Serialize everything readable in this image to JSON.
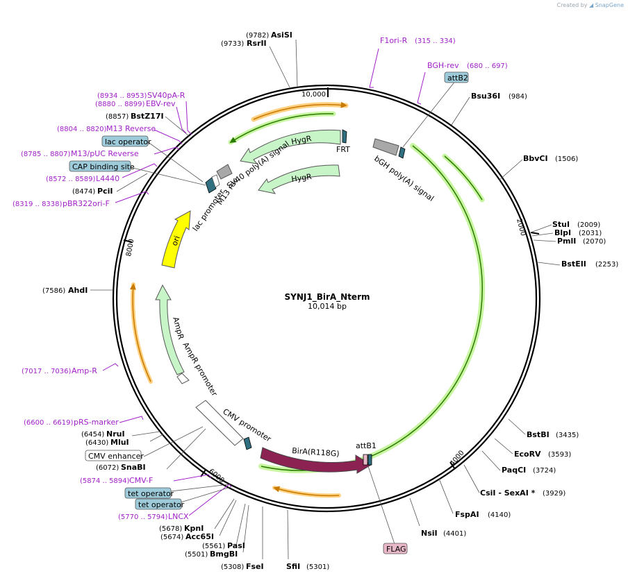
{
  "credit": {
    "prefix": "Created by",
    "brand": "SnapGene"
  },
  "plasmid": {
    "name": "SYNJ1_BirA_Nterm",
    "size_label": "10,014 bp",
    "length": 10014
  },
  "ticks": [
    {
      "pos": 10000,
      "label": "10,000"
    },
    {
      "pos": 2000,
      "label": "2000"
    },
    {
      "pos": 4000,
      "label": "4000"
    },
    {
      "pos": 6000,
      "label": "6000"
    },
    {
      "pos": 8000,
      "label": "8000"
    }
  ],
  "sites": [
    {
      "name": "AsiSI",
      "pos": "(9782)"
    },
    {
      "name": "RsrII",
      "pos": "(9733)"
    },
    {
      "name": "Bsu36I",
      "pos": "(984)"
    },
    {
      "name": "BbvCI",
      "pos": "(1506)"
    },
    {
      "name": "StuI",
      "pos": "(2009)"
    },
    {
      "name": "BlpI",
      "pos": "(2031)"
    },
    {
      "name": "PmlI",
      "pos": "(2070)"
    },
    {
      "name": "BstEII",
      "pos": "(2253)"
    },
    {
      "name": "BstBI",
      "pos": "(3435)"
    },
    {
      "name": "EcoRV",
      "pos": "(3593)"
    },
    {
      "name": "PaqCI",
      "pos": "(3724)"
    },
    {
      "name": "CsiI - SexAI *",
      "pos": "(3929)"
    },
    {
      "name": "FspAI",
      "pos": "(4140)"
    },
    {
      "name": "NsiI",
      "pos": "(4401)"
    },
    {
      "name": "SfiI",
      "pos": "(5301)"
    },
    {
      "name": "FseI",
      "pos": "(5308)"
    },
    {
      "name": "BmgBI",
      "pos": "(5501)"
    },
    {
      "name": "PasI",
      "pos": "(5561)"
    },
    {
      "name": "Acc65I",
      "pos": "(5674)"
    },
    {
      "name": "KpnI",
      "pos": "(5678)"
    },
    {
      "name": "SnaBI",
      "pos": "(6072)"
    },
    {
      "name": "MluI",
      "pos": "(6430)"
    },
    {
      "name": "NruI",
      "pos": "(6454)"
    },
    {
      "name": "AhdI",
      "pos": "(7586)"
    },
    {
      "name": "PciI",
      "pos": "(8474)"
    },
    {
      "name": "BstZ17I",
      "pos": "(8857)"
    }
  ],
  "primers": [
    {
      "name": "F1ori-R",
      "range": "(315 .. 334)"
    },
    {
      "name": "BGH-rev",
      "range": "(680 .. 697)"
    },
    {
      "name": "SV40pA-R",
      "range": "(8934 .. 8953)"
    },
    {
      "name": "EBV-rev",
      "range": "(8880 .. 8899)"
    },
    {
      "name": "M13 Reverse",
      "range": "(8804 .. 8820)"
    },
    {
      "name": "M13/pUC Reverse",
      "range": "(8785 .. 8807)"
    },
    {
      "name": "L4440",
      "range": "(8572 .. 8589)"
    },
    {
      "name": "pBR322ori-F",
      "range": "(8319 .. 8338)"
    },
    {
      "name": "Amp-R",
      "range": "(7017 .. 7036)"
    },
    {
      "name": "pRS-marker",
      "range": "(6600 .. 6619)"
    },
    {
      "name": "CMV-F",
      "range": "(5874 .. 5894)"
    },
    {
      "name": "LNCX",
      "range": "(5770 .. 5794)"
    }
  ],
  "boxes": [
    {
      "name": "attB2",
      "color": "#9ecbd9"
    },
    {
      "name": "lac operator",
      "color": "#9ecbd9"
    },
    {
      "name": "CAP binding site",
      "color": "#9ecbd9"
    },
    {
      "name": "CMV enhancer",
      "color": "#ffffff"
    },
    {
      "name": "tet operator",
      "color": "#9ecbd9"
    },
    {
      "name": "tet operator",
      "color": "#9ecbd9"
    },
    {
      "name": "FLAG",
      "color": "#e8b8c8"
    }
  ],
  "features": {
    "hygr_outer": "HygR",
    "hygr_inner": "HygR",
    "frt": "FRT",
    "sv40": "SV40 poly(A) signal",
    "bgh": "bGH poly(A) signal",
    "lac_promoter": "lac promoter",
    "m13rev": "M13 rev",
    "ori": "ori",
    "ampr": "AmpR",
    "ampr_promoter": "AmpR promoter",
    "cmv_promoter": "CMV promoter",
    "bira": "BirA(R118G)",
    "attb1": "attB1"
  },
  "colors": {
    "backbone": "#000000",
    "hygr": "#c8f5c8",
    "ori": "#ffff00",
    "bira": "#8b2252",
    "primer": "#a020c8",
    "site_box": "#9ecbd9"
  }
}
